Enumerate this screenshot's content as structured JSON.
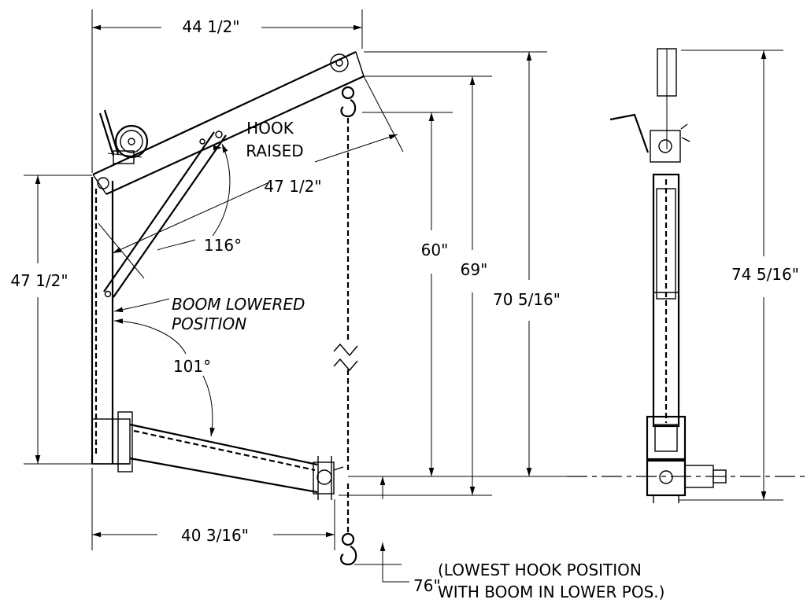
{
  "dimensions": {
    "top_width": "44 1/2\"",
    "bottom_width": "40 3/16\"",
    "mast_height": "47 1/2\"",
    "boom_length": "47 1/2\"",
    "hook_height_60": "60\"",
    "hook_height_69": "69\"",
    "total_height": "70 5/16\"",
    "side_height": "74 5/16\"",
    "lowest_hook": "76\""
  },
  "angles": {
    "upper": "116°",
    "lower": "101°"
  },
  "labels": {
    "hook_raised_1": "HOOK",
    "hook_raised_2": "RAISED",
    "boom_lowered_1": "BOOM LOWERED",
    "boom_lowered_2": "POSITION",
    "lowest_note_1": "(LOWEST HOOK POSITION",
    "lowest_note_2": "WITH BOOM IN LOWER POS.)"
  }
}
